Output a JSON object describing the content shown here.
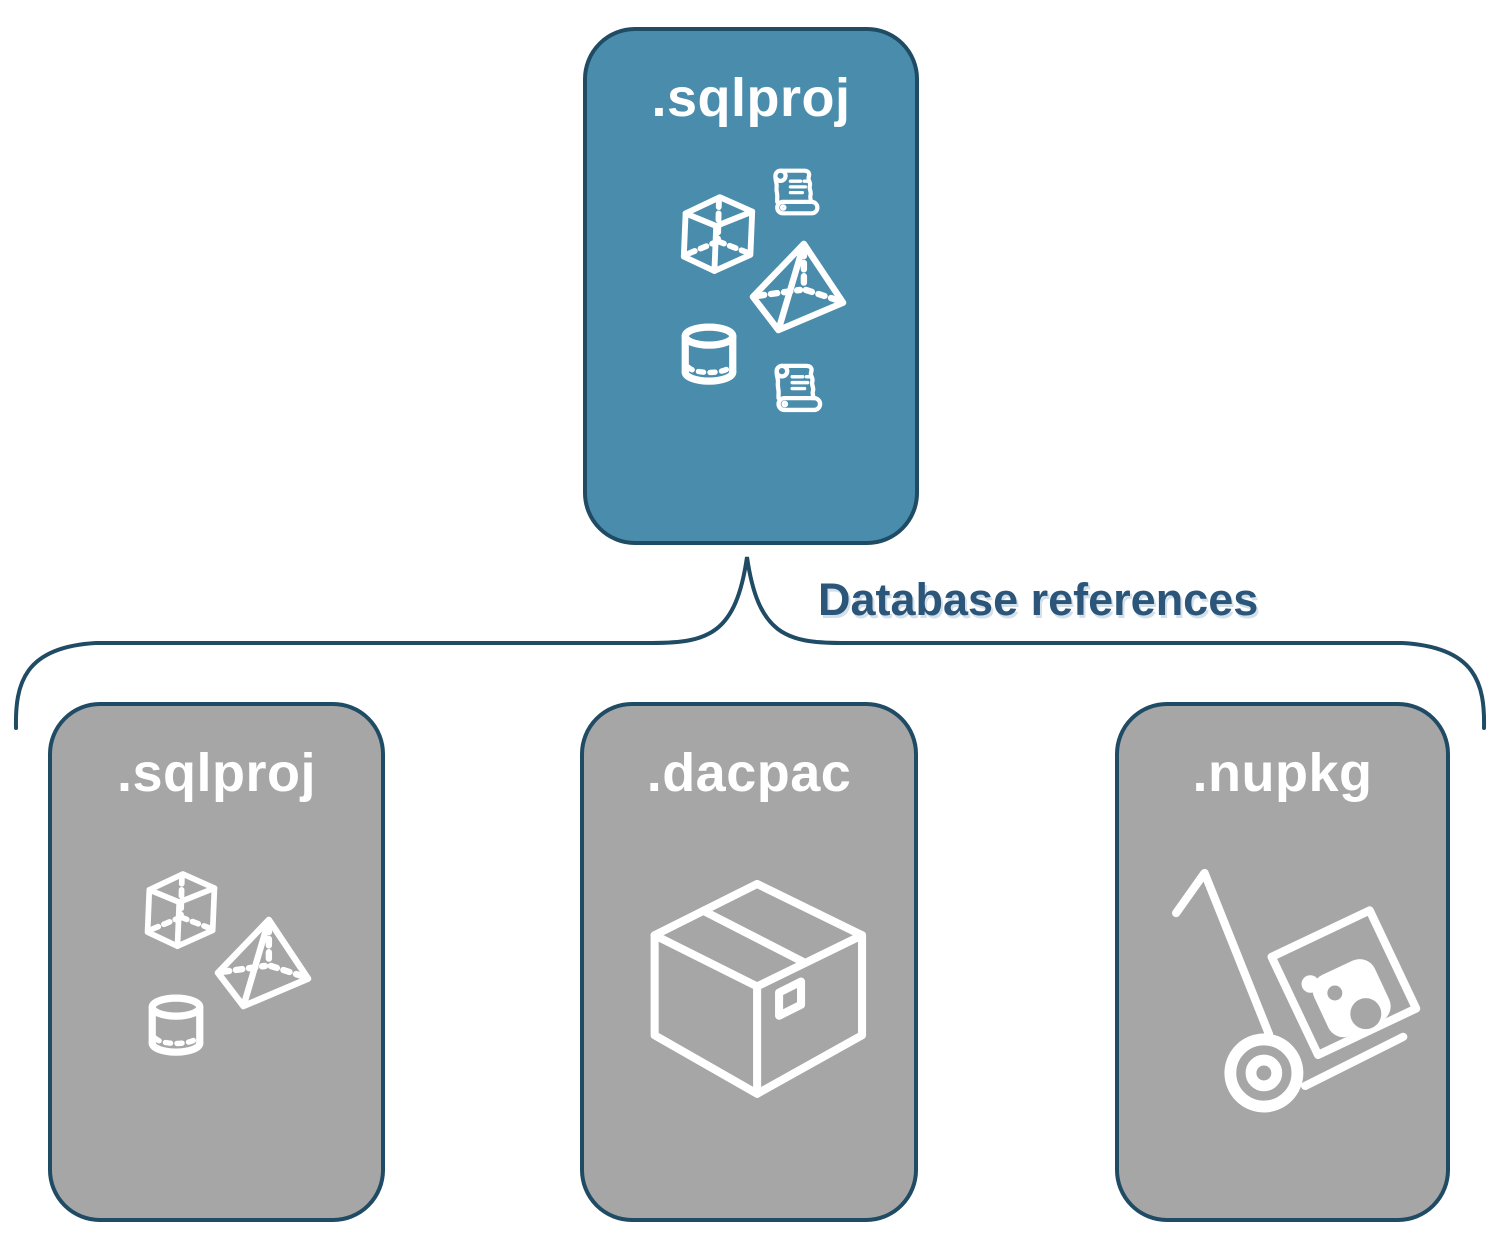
{
  "diagram": {
    "heading": "Database references",
    "root": {
      "label": ".sqlproj",
      "icons": [
        "cube-icon",
        "scroll-icon",
        "pyramid-icon",
        "cylinder-icon",
        "scroll-icon"
      ]
    },
    "children": [
      {
        "label": ".sqlproj",
        "icons": [
          "cube-icon",
          "pyramid-icon",
          "cylinder-icon"
        ]
      },
      {
        "label": ".dacpac",
        "icons": [
          "package-box-icon"
        ]
      },
      {
        "label": ".nupkg",
        "icons": [
          "nuget-handtruck-icon"
        ]
      }
    ],
    "colors": {
      "root_fill": "#4A8CAC",
      "child_fill": "#A6A6A6",
      "border": "#1F4B64",
      "heading_text": "#2B567A",
      "icon_stroke": "#FFFFFF"
    }
  }
}
